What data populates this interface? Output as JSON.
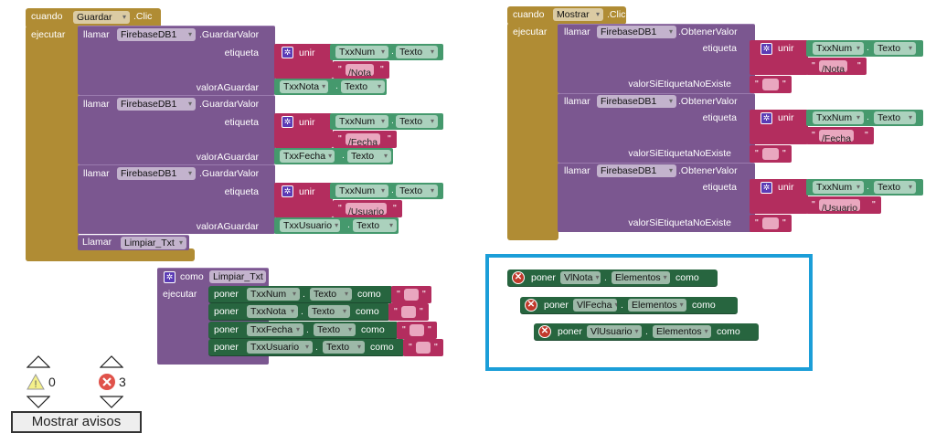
{
  "event_guardar": {
    "cuando": "cuando",
    "component": "Guardar",
    "event": ".Clic",
    "ejecutar": "ejecutar",
    "calls": [
      {
        "llamar": "llamar",
        "component": "FirebaseDB1",
        "method": ".GuardarValor",
        "tag_label": "etiqueta",
        "join": "unir",
        "join_comp": "TxxNum",
        "join_prop": "Texto",
        "join_text": "/Nota",
        "value_label": "valorAGuardar",
        "value_comp": "TxxNota",
        "value_prop": "Texto"
      },
      {
        "llamar": "llamar",
        "component": "FirebaseDB1",
        "method": ".GuardarValor",
        "tag_label": "etiqueta",
        "join": "unir",
        "join_comp": "TxxNum",
        "join_prop": "Texto",
        "join_text": "/Fecha",
        "value_label": "valorAGuardar",
        "value_comp": "TxxFecha",
        "value_prop": "Texto"
      },
      {
        "llamar": "llamar",
        "component": "FirebaseDB1",
        "method": ".GuardarValor",
        "tag_label": "etiqueta",
        "join": "unir",
        "join_comp": "TxxNum",
        "join_prop": "Texto",
        "join_text": "/Usuario",
        "value_label": "valorAGuardar",
        "value_comp": "TxxUsuario",
        "value_prop": "Texto"
      }
    ],
    "proc_call": {
      "llamar": "Llamar",
      "name": "Limpiar_Txt"
    }
  },
  "event_mostrar": {
    "cuando": "cuando",
    "component": "Mostrar",
    "event": ".Clic",
    "ejecutar": "ejecutar",
    "calls": [
      {
        "llamar": "llamar",
        "component": "FirebaseDB1",
        "method": ".ObtenerValor",
        "tag_label": "etiqueta",
        "join": "unir",
        "join_comp": "TxxNum",
        "join_prop": "Texto",
        "join_text": "/Nota",
        "value_label": "valorSiEtiquetaNoExiste"
      },
      {
        "llamar": "llamar",
        "component": "FirebaseDB1",
        "method": ".ObtenerValor",
        "tag_label": "etiqueta",
        "join": "unir",
        "join_comp": "TxxNum",
        "join_prop": "Texto",
        "join_text": "/Fecha",
        "value_label": "valorSiEtiquetaNoExiste"
      },
      {
        "llamar": "llamar",
        "component": "FirebaseDB1",
        "method": ".ObtenerValor",
        "tag_label": "etiqueta",
        "join": "unir",
        "join_comp": "TxxNum",
        "join_prop": "Texto",
        "join_text": "/Usuario",
        "value_label": "valorSiEtiquetaNoExiste"
      }
    ]
  },
  "procedure": {
    "como": "como",
    "name": "Limpiar_Txt",
    "ejecutar": "ejecutar",
    "sets": [
      {
        "poner": "poner",
        "component": "TxxNum",
        "property": "Texto",
        "como": "como"
      },
      {
        "poner": "poner",
        "component": "TxxNota",
        "property": "Texto",
        "como": "como"
      },
      {
        "poner": "poner",
        "component": "TxxFecha",
        "property": "Texto",
        "como": "como"
      },
      {
        "poner": "poner",
        "component": "TxxUsuario",
        "property": "Texto",
        "como": "como"
      }
    ]
  },
  "orphans": [
    {
      "poner": "poner",
      "component": "VlNota",
      "property": "Elementos",
      "como": "como"
    },
    {
      "poner": "poner",
      "component": "VlFecha",
      "property": "Elementos",
      "como": "como"
    },
    {
      "poner": "poner",
      "component": "VlUsuario",
      "property": "Elementos",
      "como": "como"
    }
  ],
  "warnings": {
    "warning_count": "0",
    "error_count": "3",
    "button": "Mostrar avisos"
  },
  "quote": "\""
}
